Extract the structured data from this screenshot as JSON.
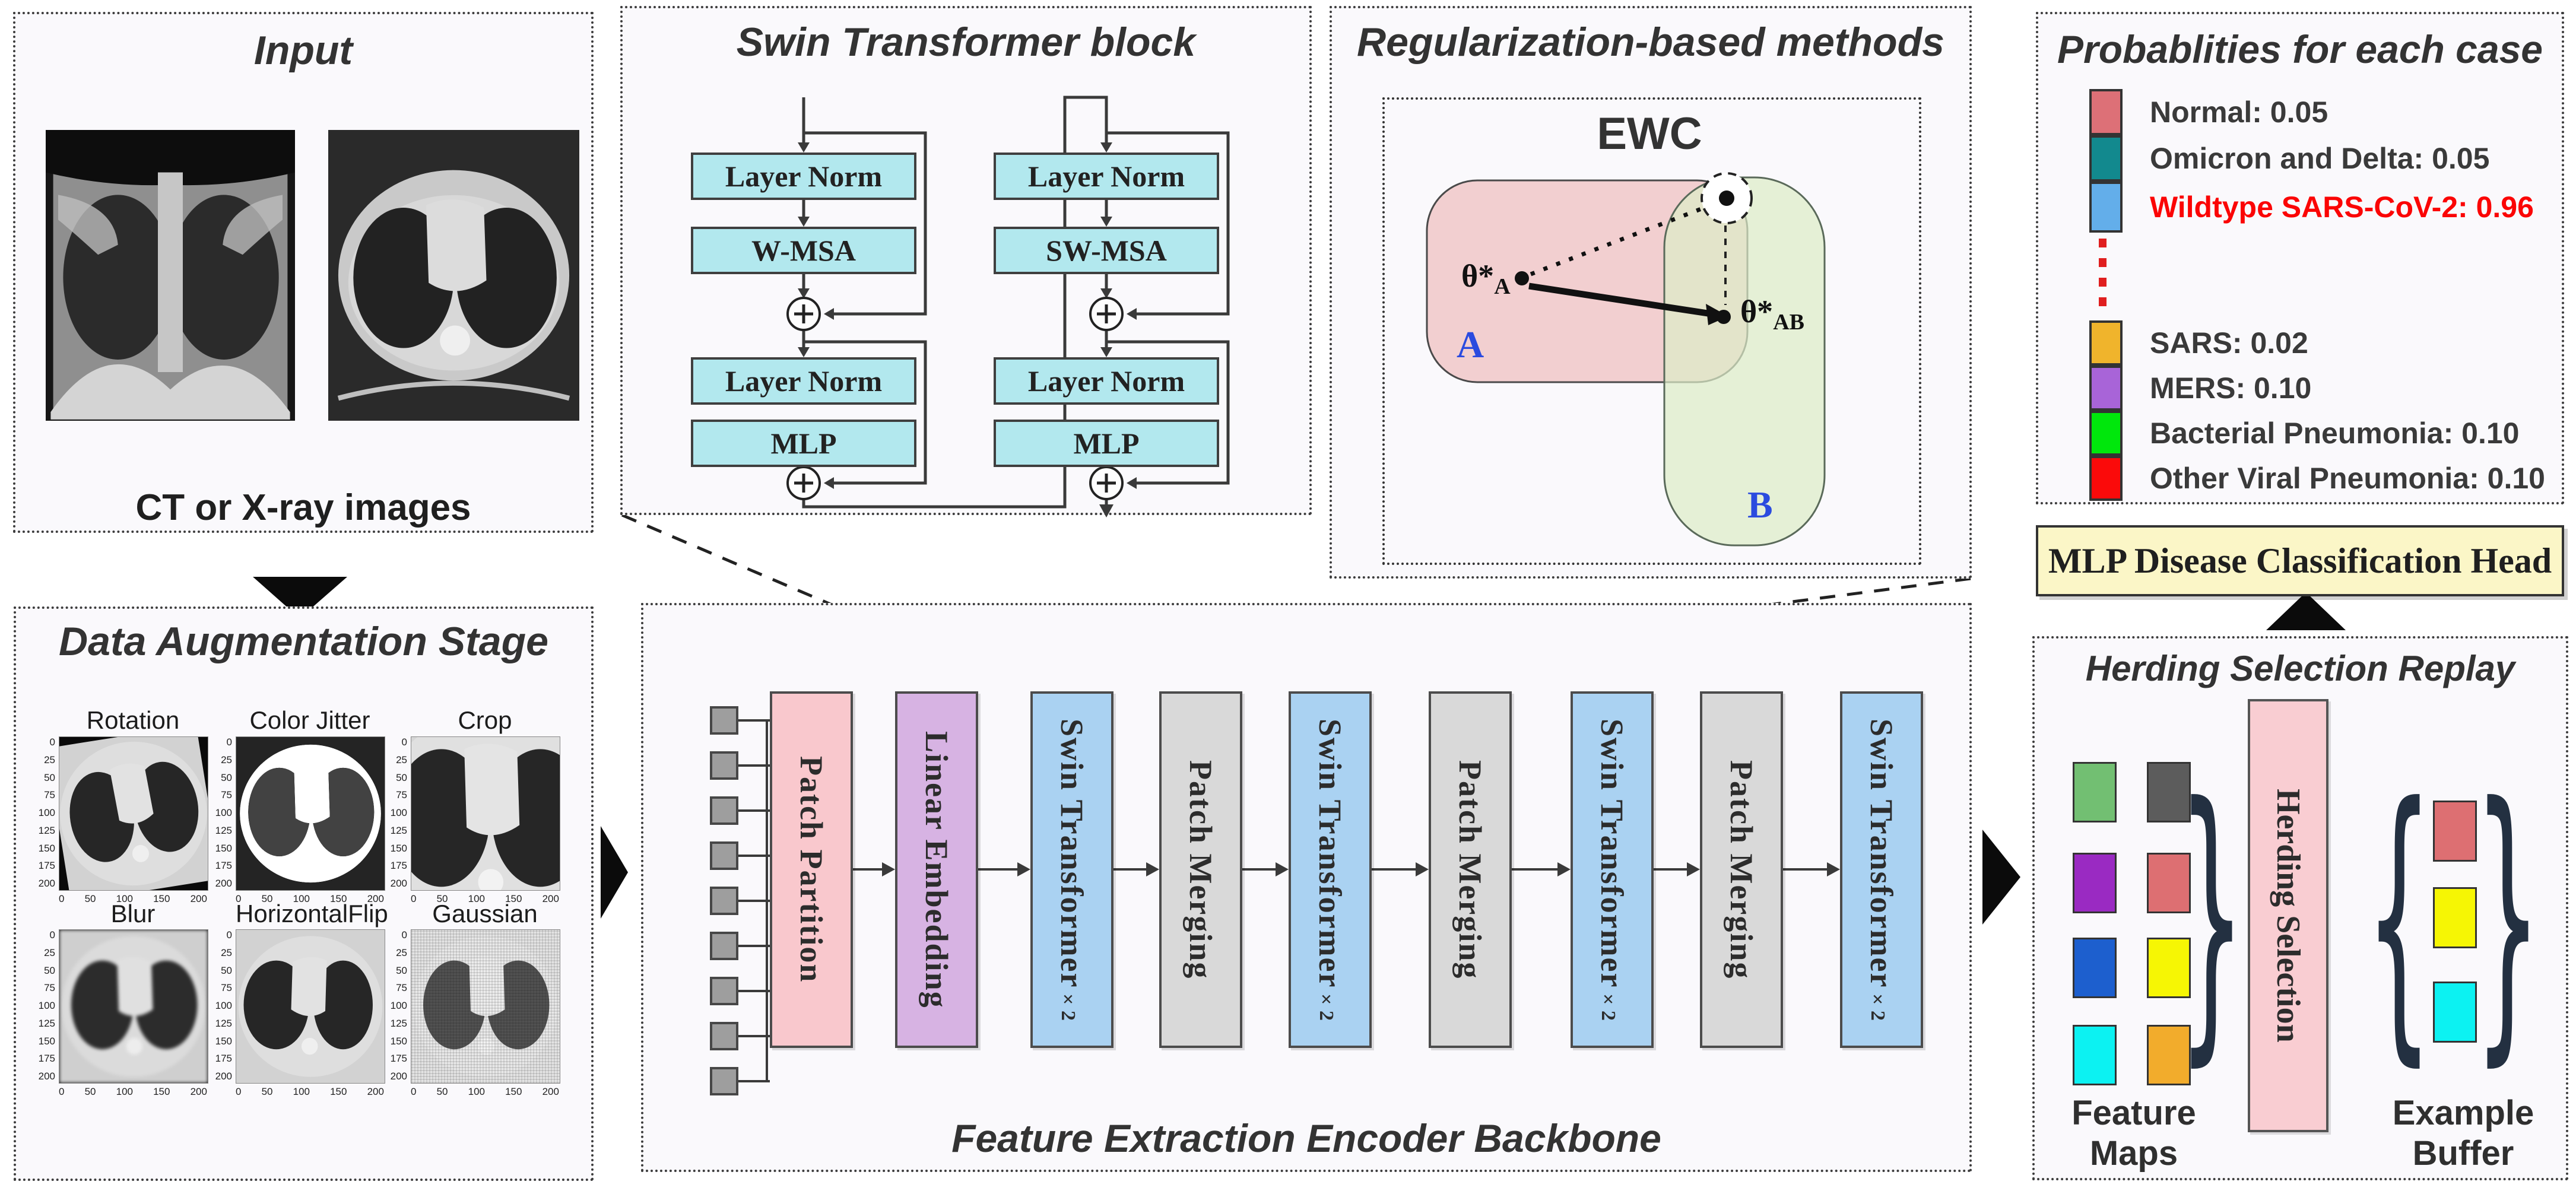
{
  "input": {
    "title": "Input",
    "caption": "CT or X-ray  images"
  },
  "augmentation": {
    "title": "Data Augmentation Stage",
    "methods": [
      "Rotation",
      "Color Jitter",
      "Crop",
      "Blur",
      "HorizontalFlip",
      "Gaussian"
    ],
    "yticks": [
      "0",
      "25",
      "50",
      "75",
      "100",
      "125",
      "150",
      "175",
      "200"
    ],
    "xticks": [
      "0",
      "50",
      "100",
      "150",
      "200"
    ]
  },
  "swin_block": {
    "title": "Swin Transformer block",
    "nodes": {
      "ln1": "Layer Norm",
      "wmsa": "W-MSA",
      "ln2": "Layer Norm",
      "mlp1": "MLP",
      "ln3": "Layer Norm",
      "swmsa": "SW-MSA",
      "ln4": "Layer Norm",
      "mlp2": "MLP"
    },
    "plus": "+"
  },
  "regularization": {
    "title": "Regularization-based methods",
    "method": "EWC",
    "region_a": "A",
    "region_b": "B",
    "theta": "θ*",
    "theta_a_sub": "A",
    "theta_ab_sub": "AB"
  },
  "probabilities": {
    "title": "Probablities for each case",
    "items": [
      {
        "label": "Normal: 0.05",
        "color": "#dd7077",
        "text_color": "#3a3a3a"
      },
      {
        "label": "Omicron and Delta: 0.05",
        "color": "#12898e",
        "text_color": "#3a3a3a"
      },
      {
        "label": "Wildtype SARS-CoV-2:  0.96",
        "color": "#63aeea",
        "text_color": "#fb0505"
      },
      {
        "label": "SARS:  0.02",
        "color": "#f0b42c",
        "text_color": "#3a3a3a"
      },
      {
        "label": "MERS:  0.10",
        "color": "#a864d8",
        "text_color": "#3a3a3a"
      },
      {
        "label": "Bacterial Pneumonia:  0.10",
        "color": "#00e70c",
        "text_color": "#3a3a3a"
      },
      {
        "label": "Other Viral Pneumonia:  0.10",
        "color": "#fb0a0a",
        "text_color": "#3a3a3a"
      }
    ]
  },
  "mlp_head": {
    "label": "MLP Disease Classification Head",
    "color": "#fbf6c7"
  },
  "backbone": {
    "title": "Feature Extraction Encoder Backbone",
    "stages": [
      {
        "label": "Patch Partition",
        "color": "#f9c8cd"
      },
      {
        "label": "Linear Embedding",
        "color": "#d7b3e3"
      },
      {
        "label": "Swin Transformer",
        "multiplier": "×2",
        "color": "#aad2f2"
      },
      {
        "label": "Patch Merging",
        "color": "#d9d9d9"
      },
      {
        "label": "Swin Transformer",
        "multiplier": "×2",
        "color": "#aad2f2"
      },
      {
        "label": "Patch Merging",
        "color": "#d9d9d9"
      },
      {
        "label": "Swin Transformer",
        "multiplier": "×2",
        "color": "#aad2f2"
      },
      {
        "label": "Patch Merging",
        "color": "#d9d9d9"
      },
      {
        "label": "Swin Transformer",
        "multiplier": "×2",
        "color": "#aad2f2"
      }
    ]
  },
  "herding": {
    "title": "Herding Selection Replay",
    "selector": "Herding Selection",
    "feature_maps_label": "Feature Maps",
    "example_buffer_label": "Example Buffer",
    "brace_open": "{",
    "brace_close": "}",
    "feature_colors": [
      "#72bf72",
      "#5c5c5c",
      "#9a2ac2",
      "#dd6f72",
      "#1d5fce",
      "#f6f604",
      "#0cf2f2",
      "#f2ac2c"
    ],
    "example_colors": [
      "#dd6f72",
      "#f6f604",
      "#0cf2f2"
    ]
  }
}
